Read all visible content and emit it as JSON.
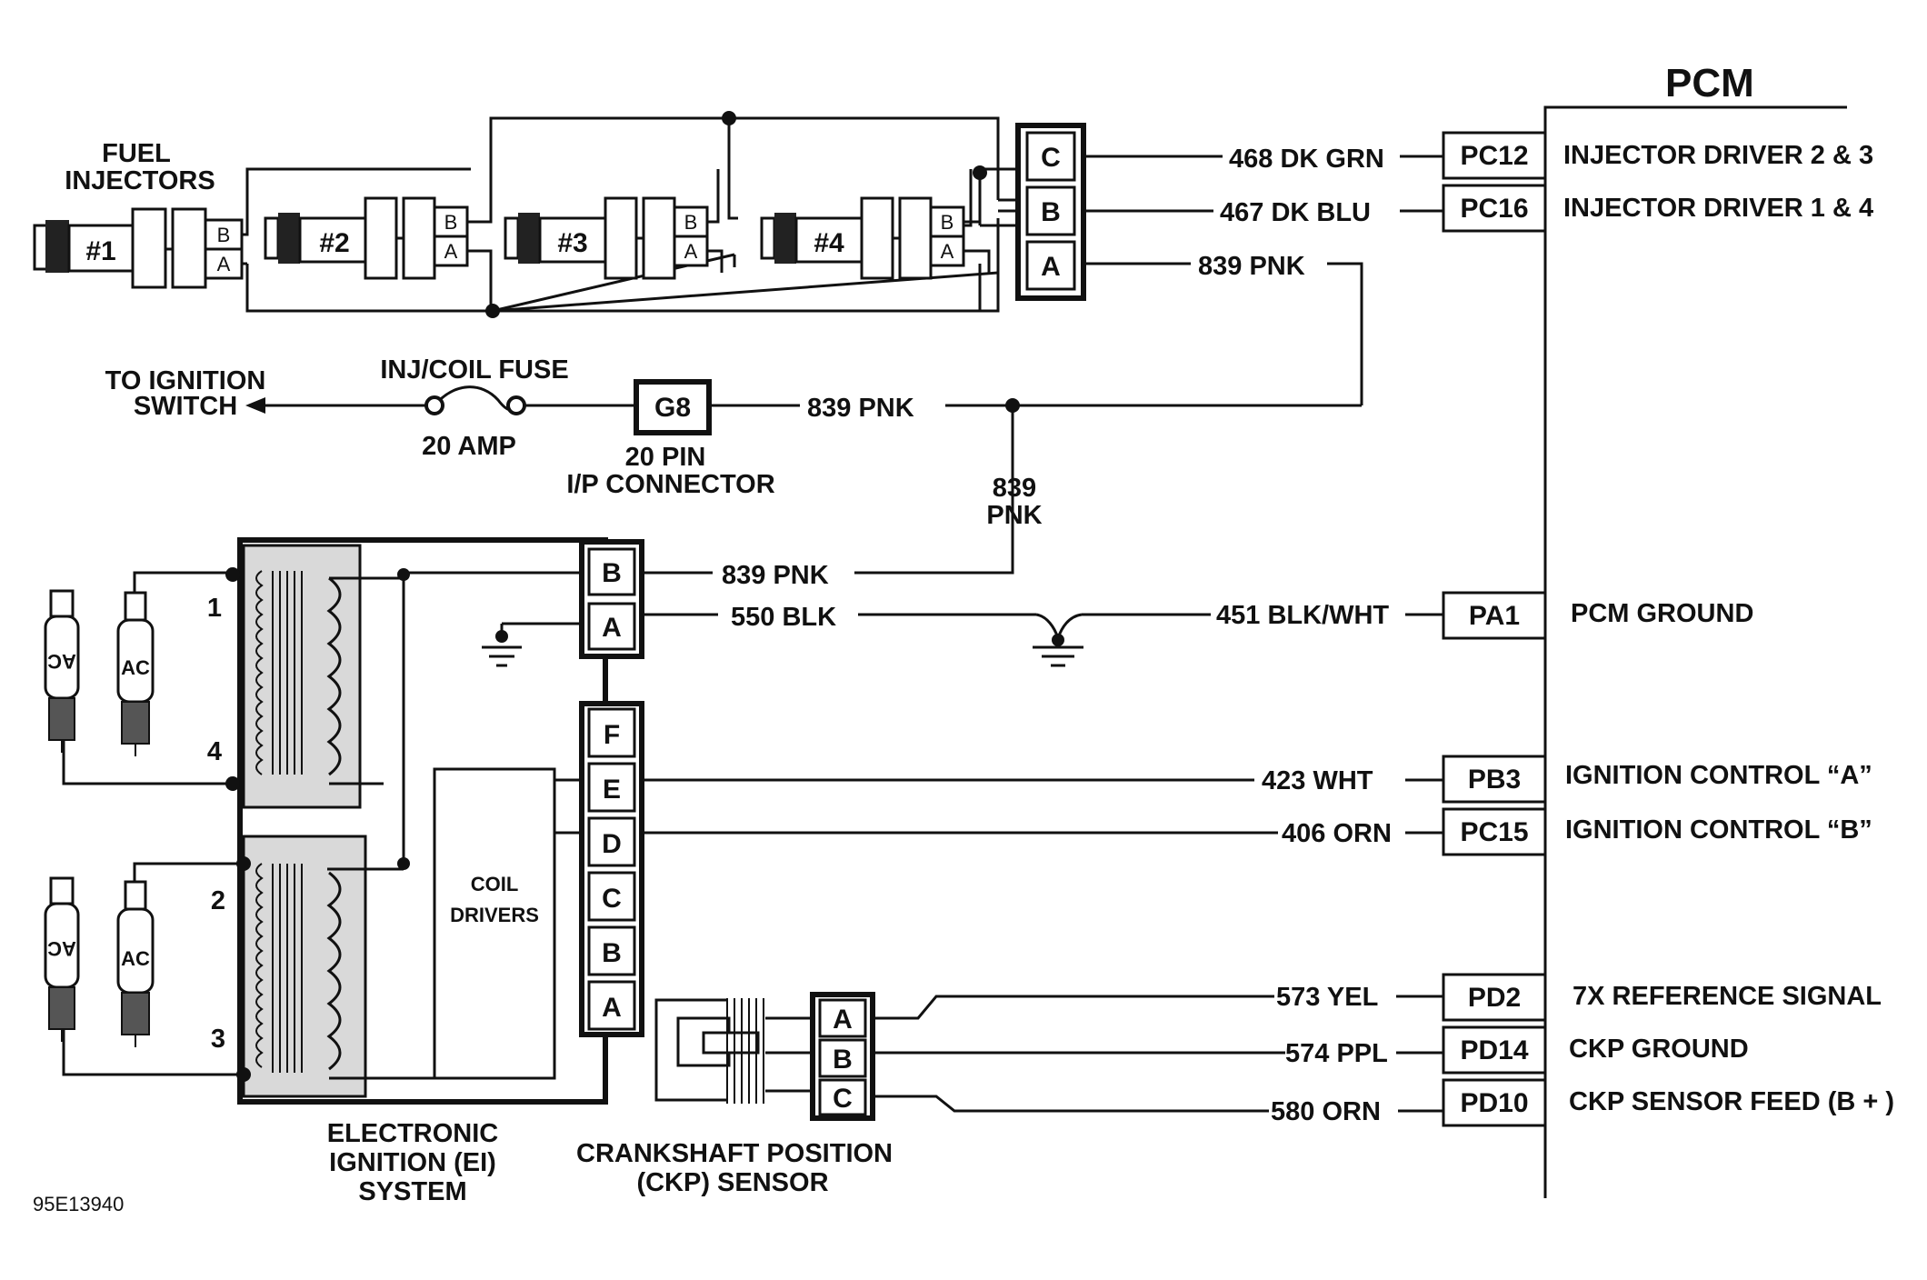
{
  "figure_id": "95E13940",
  "pcm": {
    "title": "PCM",
    "pins": [
      {
        "id": "PC12",
        "function": "INJECTOR DRIVER 2 & 3",
        "wire": "468 DK GRN"
      },
      {
        "id": "PC16",
        "function": "INJECTOR DRIVER 1 & 4",
        "wire": "467 DK BLU"
      },
      {
        "id": "PA1",
        "function": "PCM GROUND",
        "wire": "451 BLK/WHT"
      },
      {
        "id": "PB3",
        "function": "IGNITION CONTROL “A”",
        "wire": "423 WHT"
      },
      {
        "id": "PC15",
        "function": "IGNITION CONTROL “B”",
        "wire": "406 ORN"
      },
      {
        "id": "PD2",
        "function": "7X REFERENCE SIGNAL",
        "wire": "573 YEL"
      },
      {
        "id": "PD14",
        "function": "CKP GROUND",
        "wire": "574 PPL"
      },
      {
        "id": "PD10",
        "function": "CKP SENSOR FEED (B + )",
        "wire": "580 ORN"
      }
    ]
  },
  "injectors": {
    "label_line1": "FUEL",
    "label_line2": "INJECTORS",
    "units": [
      "#1",
      "#2",
      "#3",
      "#4"
    ],
    "pin_b": "B",
    "pin_a": "A",
    "connector_pins": [
      "C",
      "B",
      "A"
    ],
    "feed_wire": "839 PNK"
  },
  "fuse": {
    "name": "INJ/COIL FUSE",
    "rating": "20 AMP",
    "to_line1": "TO IGNITION",
    "to_line2": "SWITCH"
  },
  "ip_connector": {
    "id": "G8",
    "line1": "20 PIN",
    "line2": "I/P CONNECTOR",
    "wire": "839 PNK"
  },
  "branch_wire": {
    "line1": "839",
    "line2": "PNK"
  },
  "ei_system": {
    "label_line1": "ELECTRONIC",
    "label_line2": "IGNITION (EI)",
    "label_line3": "SYSTEM",
    "pins_top": [
      "B",
      "A"
    ],
    "wires_top": [
      "839 PNK",
      "550 BLK"
    ],
    "pins_bottom": [
      "F",
      "E",
      "D",
      "C",
      "B",
      "A"
    ],
    "coil_drivers_line1": "COIL",
    "coil_drivers_line2": "DRIVERS",
    "plug_numbers": [
      "1",
      "4",
      "2",
      "3"
    ],
    "plug_brand": "AC"
  },
  "ckp_sensor": {
    "label_line1": "CRANKSHAFT POSITION",
    "label_line2": "(CKP) SENSOR",
    "pins": [
      "A",
      "B",
      "C"
    ]
  }
}
